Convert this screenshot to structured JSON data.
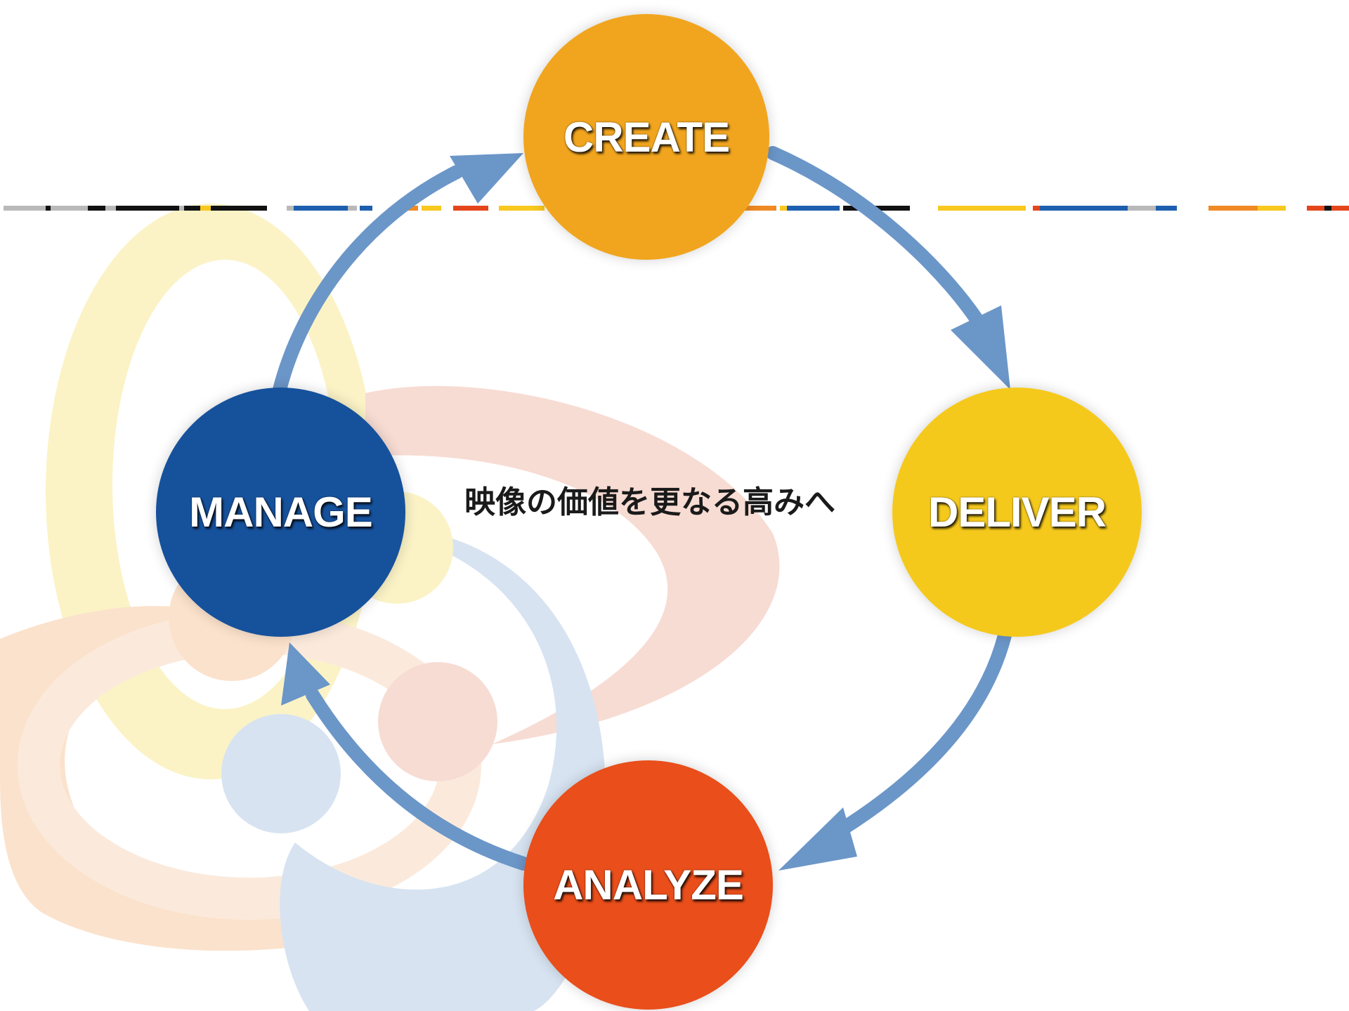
{
  "nodes": {
    "create": {
      "label": "CREATE",
      "color": "#f1a51e"
    },
    "deliver": {
      "label": "DELIVER",
      "color": "#f5c91c"
    },
    "analyze": {
      "label": "ANALYZE",
      "color": "#e94e1b"
    },
    "manage": {
      "label": "MANAGE",
      "color": "#16519c"
    }
  },
  "center": {
    "text": "映像の価値を更なる高みへ"
  },
  "colors": {
    "arrow": "#6b96c8",
    "background_yellow": "#fbf3c6",
    "background_pink": "#f7dcd3",
    "background_blue": "#d7e3f1",
    "background_orange": "#fbe2cc",
    "stripe_gray": "#b9b9b9",
    "stripe_black": "#111111",
    "stripe_blue": "#1d5fae",
    "stripe_orange": "#f08a24",
    "stripe_yellow": "#f8c81e",
    "stripe_red": "#e4461c"
  }
}
